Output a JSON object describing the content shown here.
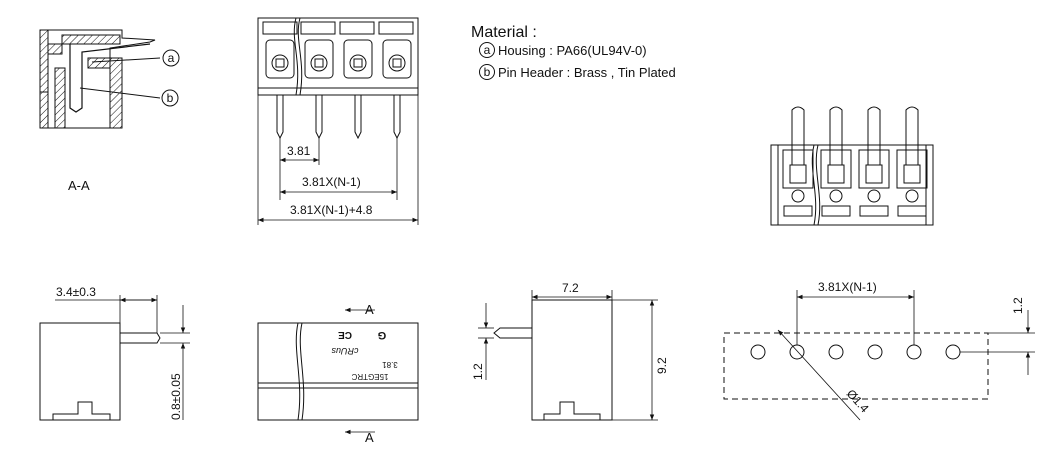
{
  "material": {
    "title": "Material :",
    "items": [
      {
        "marker": "a",
        "text": "Housing : PA66(UL94V-0)"
      },
      {
        "marker": "b",
        "text": "Pin Header : Brass , Tin Plated"
      }
    ]
  },
  "section_view": {
    "label": "A-A",
    "callout_a": "a",
    "callout_b": "b"
  },
  "front_view": {
    "dim_pitch": "3.81",
    "dim_span": "3.81X(N-1)",
    "dim_total": "3.81X(N-1)+4.8"
  },
  "side_view_left": {
    "dim_top": "3.4±0.3",
    "dim_pin": "0.8±0.05"
  },
  "top_view": {
    "section_marker_top": "A",
    "section_marker_bottom": "A",
    "marking_model": "15EGTRC",
    "marking_pitch": "3.81",
    "logo_ul": "cRUus",
    "logo_ce": "CE",
    "logo_brand": "G"
  },
  "side_view_right": {
    "dim_width": "7.2",
    "dim_height": "9.2",
    "dim_pin": "1.2"
  },
  "pcb_layout": {
    "dim_span": "3.81X(N-1)",
    "dim_offset": "1.2",
    "dim_hole": "Ø1.4"
  }
}
